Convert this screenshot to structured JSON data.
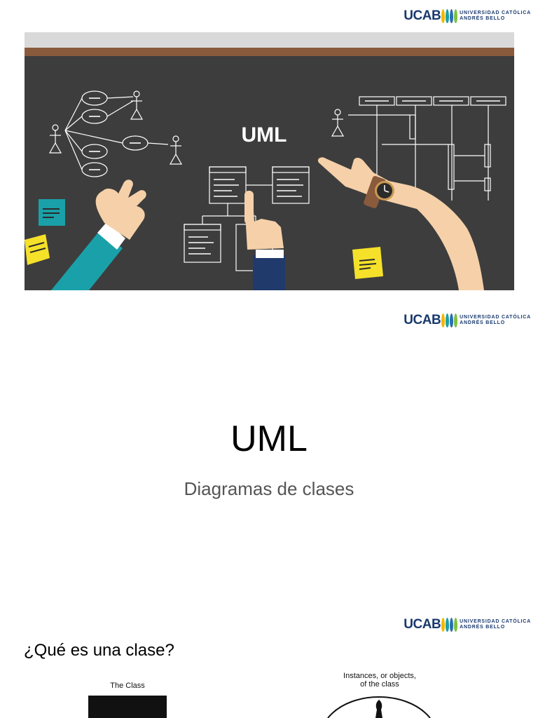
{
  "logo": {
    "brand": "UCAB",
    "line1": "UNIVERSIDAD CATÓLICA",
    "line2": "ANDRÉS BELLO",
    "drop_colors": [
      "#f2b705",
      "#1aa0a8",
      "#2d6cb5",
      "#7cc142"
    ]
  },
  "slide1": {
    "banner_text": "UML",
    "background_color": "#3d3d3d",
    "top_strip_color": "#8a5a3c"
  },
  "slide2": {
    "title": "UML",
    "subtitle": "Diagramas de clases"
  },
  "slide3": {
    "heading": "¿Qué es una clase?",
    "caption_left": "The Class",
    "caption_right_line1": "Instances, or objects,",
    "caption_right_line2": "of the class"
  }
}
